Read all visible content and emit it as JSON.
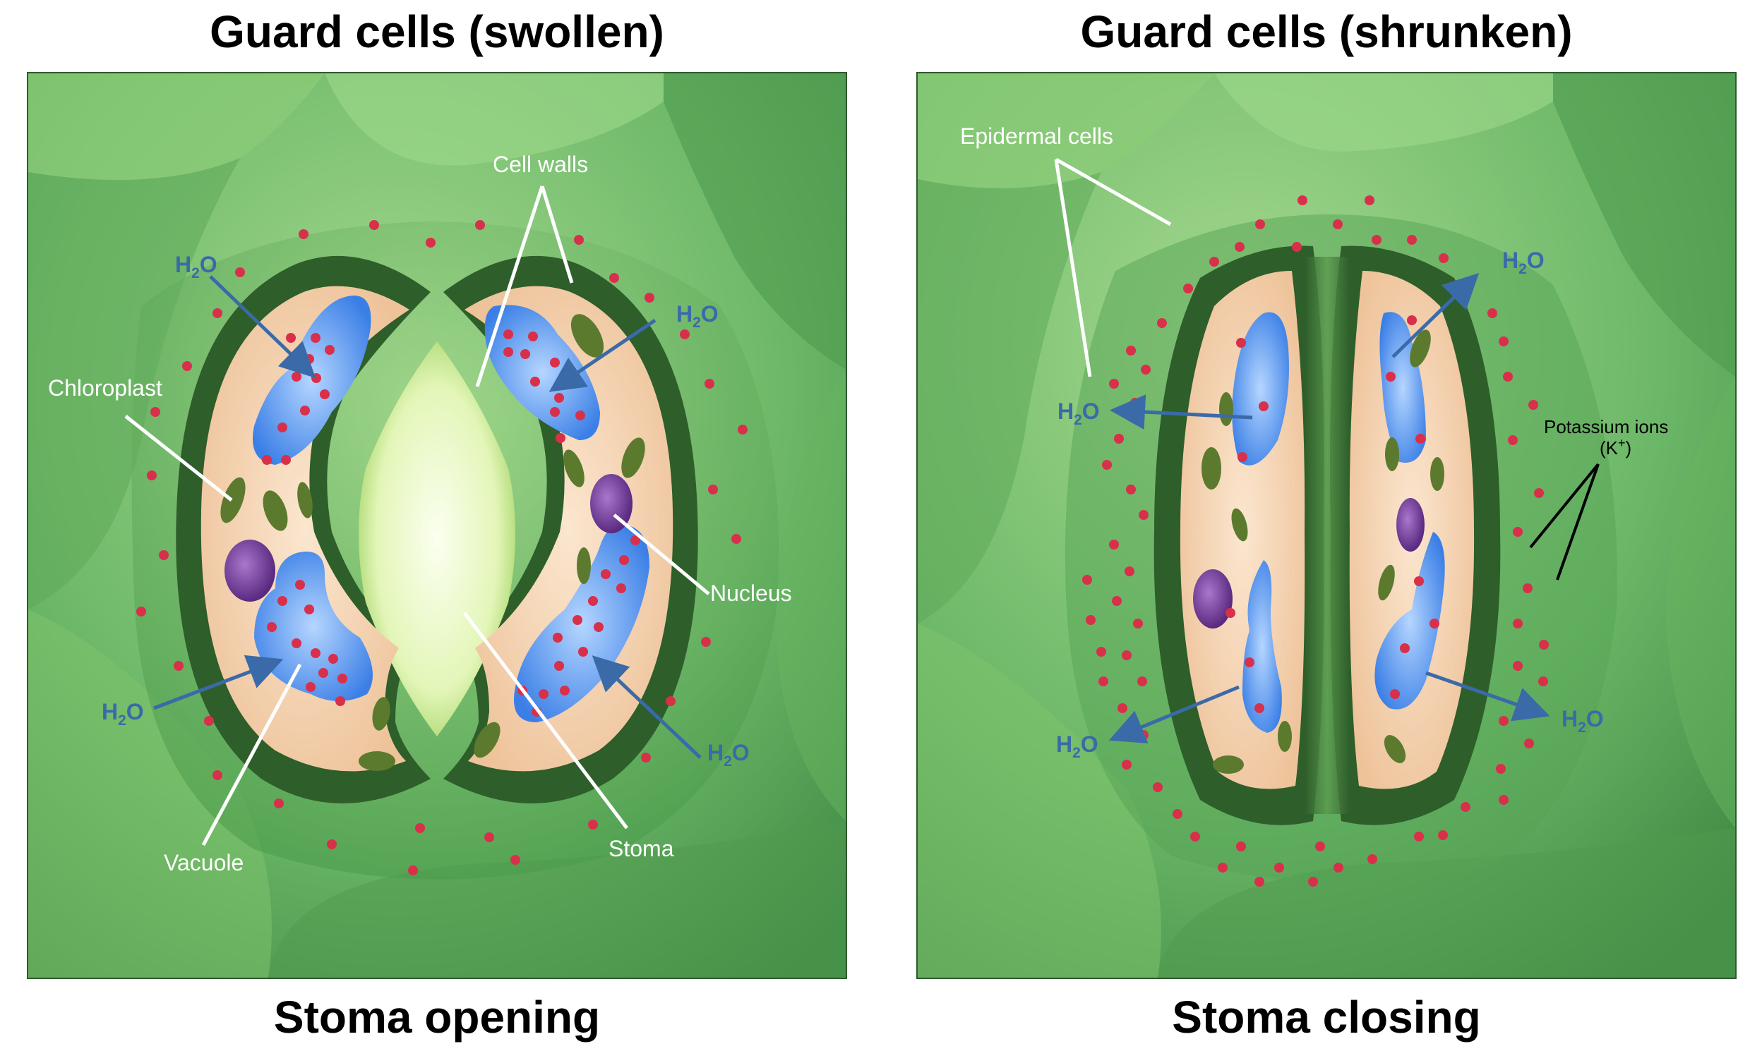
{
  "left": {
    "title": "Guard cells (swollen)",
    "caption": "Stoma opening",
    "labels": {
      "cell_walls": "Cell walls",
      "chloroplast": "Chloroplast",
      "nucleus": "Nucleus",
      "vacuole": "Vacuole",
      "stoma": "Stoma"
    },
    "water": {
      "h": "H",
      "sub": "2",
      "o": "O"
    }
  },
  "right": {
    "title": "Guard cells (shrunken)",
    "caption": "Stoma closing",
    "labels": {
      "epidermal_cells": "Epidermal cells",
      "potassium_line1": "Potassium ions",
      "potassium_k": "(K",
      "potassium_sup": "+",
      "potassium_close": ")"
    },
    "water": {
      "h": "H",
      "sub": "2",
      "o": "O"
    }
  },
  "colors": {
    "epidermis_light": "#9ed488",
    "epidermis_dark": "#3f8a44",
    "cell_wall": "#2e5e2a",
    "cytoplasm": "#f2cfa6",
    "vacuole": "#5b9cf0",
    "nucleus": "#7a3ea0",
    "chloroplast": "#5c7a2e",
    "potassium": "#d8304a",
    "water_arrow": "#3a6aa8",
    "stoma_pore": "#f4fbe0"
  }
}
